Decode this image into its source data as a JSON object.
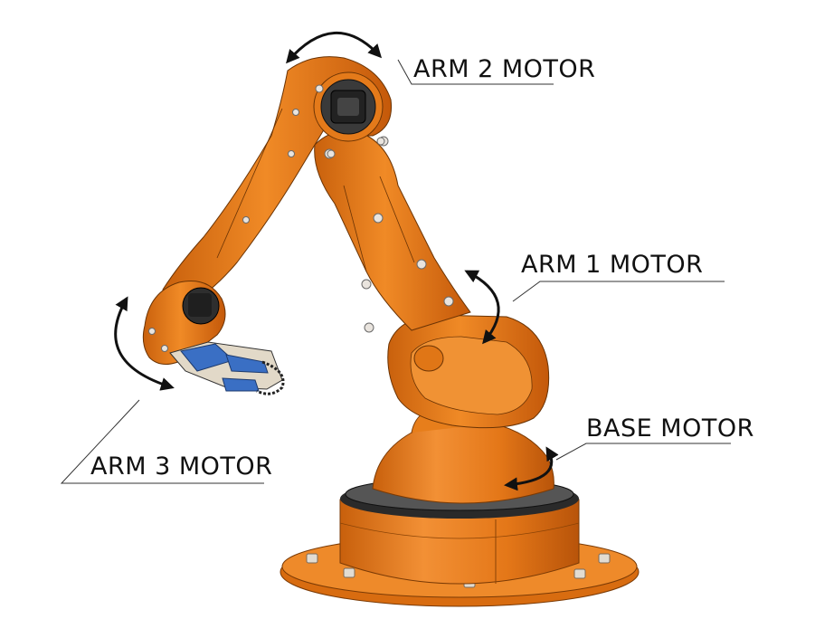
{
  "labels": {
    "arm2_motor": "ARM 2 MOTOR",
    "arm1_motor": "ARM 1 MOTOR",
    "base_motor": "BASE MOTOR",
    "arm3_motor": "ARM 3 MOTOR"
  },
  "colors": {
    "robot_body": "#ea7a14",
    "robot_shadow": "#b9560a",
    "robot_highlight": "#f6a04a",
    "motor_dark": "#2b2b2b",
    "gripper_blue": "#3a6fc4",
    "base_ring": "#2a2a2a",
    "bolt": "#d9d9d9",
    "arrow": "#111111"
  }
}
